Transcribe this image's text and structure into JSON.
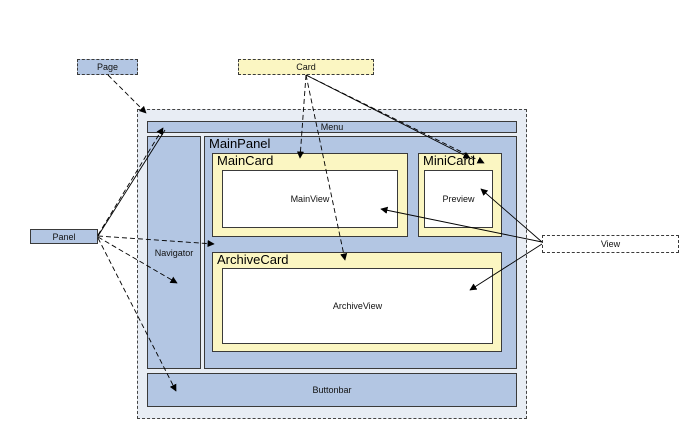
{
  "legend": {
    "page": "Page",
    "card": "Card",
    "panel": "Panel",
    "view": "View"
  },
  "layout": {
    "menu": "Menu",
    "navigator": "Navigator",
    "main_panel": "MainPanel",
    "main_card": "MainCard",
    "main_view": "MainView",
    "mini_card": "MiniCard",
    "preview": "Preview",
    "archive_card": "ArchiveCard",
    "archive_view": "ArchiveView",
    "buttonbar": "Buttonbar"
  },
  "colors": {
    "panel_blue": "#b3c6e3",
    "card_yellow": "#fbf6c2",
    "view_white": "#ffffff",
    "page_bg": "#e8edf4"
  }
}
